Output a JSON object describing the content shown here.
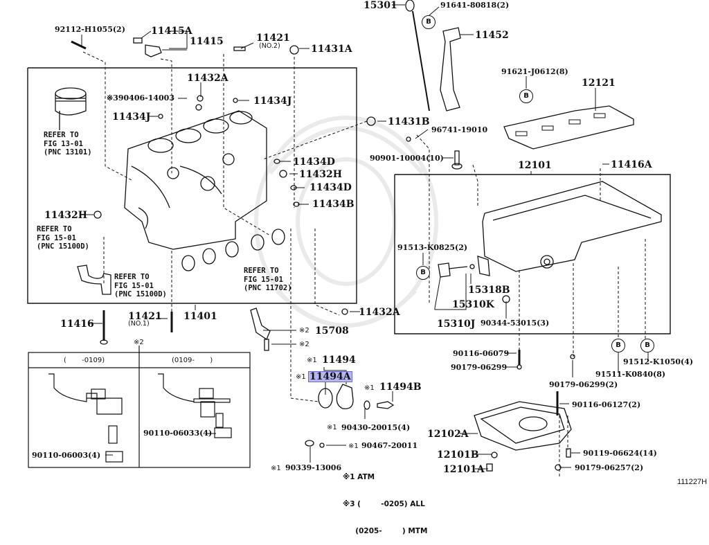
{
  "figure_id": "111227H",
  "part_labels": {
    "p92112": "92112-H1055(2)",
    "p11415A": "11415A",
    "p11415": "11415",
    "p11421_no2": "11421",
    "p11421_no2_sub": "(NO.2)",
    "p11431A": "11431A",
    "p15301": "15301",
    "p91641": "91641-80818(2)",
    "p11452": "11452",
    "p11432A_top": "11432A",
    "p390406": "※390406-14003",
    "p11434J_left": "11434J",
    "p11434J_right": "11434J",
    "p11431B": "11431B",
    "p96741": "96741-19010",
    "p91621": "91621-J0612(8)",
    "p12121": "12121",
    "p90901": "90901-10004(10)",
    "p12101": "12101",
    "p11416A": "11416A",
    "p11434D_1": "11434D",
    "p11432H_right": "11432H",
    "p11434D_2": "11434D",
    "p11434B": "11434B",
    "p11432H_left": "11432H",
    "p91513": "91513-K0825(2)",
    "p15318B": "15318B",
    "p15310K": "15310K",
    "p15310J": "15310J",
    "p90344": "90344-53015(3)",
    "p11432A_bottom": "11432A",
    "p11416": "11416",
    "p11421_no1": "11421",
    "p11421_no1_sub": "(NO.1)",
    "p11401": "11401",
    "p15708": "15708",
    "p15708_mark": "※2",
    "p_bolt_mark": "※2",
    "p_box_mark": "※2",
    "p11494": "11494",
    "p11494_mark": "※1",
    "p11494A": "11494A",
    "p11494A_mark": "※1",
    "p11494B": "11494B",
    "p11494B_mark": "※1",
    "p90430": "90430-20015(4)",
    "p90430_mark": "※1",
    "p90467": "90467-20011",
    "p90467_mark": "※1",
    "p90339": "90339-13006",
    "p90339_mark": "※1",
    "p90116_06079": "90116-06079",
    "p90179_06299": "90179-06299",
    "p90179_06299_2": "90179-06299(2)",
    "p90116_06127": "90116-06127(2)",
    "p91512": "91512-K1050(4)",
    "p91511": "91511-K0840(8)",
    "p12102A": "12102A",
    "p12101B": "12101B",
    "p12101A": "12101A",
    "p90119": "90119-06624(14)",
    "p90179_06257": "90179-06257(2)",
    "p90110_06003": "90110-06003(4)",
    "p90110_06033": "90110-06033(4)"
  },
  "references": {
    "piston": "REFER TO\nFIG 13-01\n(PNC 13101)",
    "block_left": "REFER TO\nFIG 15-01\n(PNC 15100D)",
    "block_bottom": "REFER TO\nFIG 15-01\n(PNC 15100D)",
    "bearings": "REFER TO\nFIG 15-01\n(PNC 11702)"
  },
  "callout_circle_letter": "B",
  "variant_box": {
    "left_header": "(       -0109)",
    "right_header": "(0109-       )"
  },
  "notes": {
    "n1": "※1 ATM",
    "n3": "※3 (        -0205) ALL",
    "n3b": "     (0205-        ) MTM"
  },
  "highlight_color": "#b6b6f0"
}
